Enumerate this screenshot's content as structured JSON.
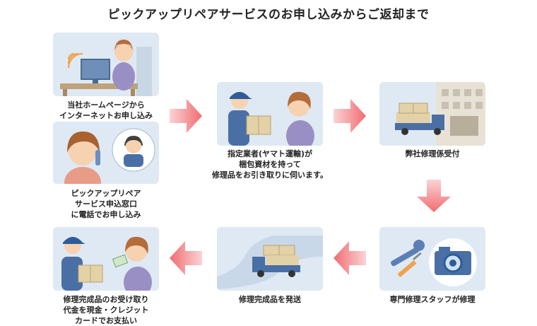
{
  "title": "ピックアップリペアサービスのお申し込みからご返却まで",
  "steps": {
    "web_apply": {
      "lines": [
        "当社ホームページから",
        "インターネットお申し込み"
      ]
    },
    "phone_apply": {
      "lines": [
        "ピックアップリペア",
        "サービス申込窓口",
        "に電話でお申し込み"
      ]
    },
    "pickup": {
      "lines": [
        "指定業者(ヤマト運輸)が",
        "梱包資材を持って",
        "修理品をお引き取りに伺います。"
      ]
    },
    "receive": {
      "lines": [
        "弊社修理係受付"
      ]
    },
    "repair": {
      "lines": [
        "専門修理スタッフが修理"
      ]
    },
    "ship": {
      "lines": [
        "修理完成品を発送"
      ]
    },
    "deliver": {
      "lines": [
        "修理完成品のお受け取り",
        "代金を現金・クレジット",
        "カードでお支払い"
      ]
    }
  },
  "colors": {
    "card_bg": "#dfe9f3",
    "arrow": "#f27b7f",
    "truck": "#4a6fa5",
    "box": "#e3d2a8"
  }
}
